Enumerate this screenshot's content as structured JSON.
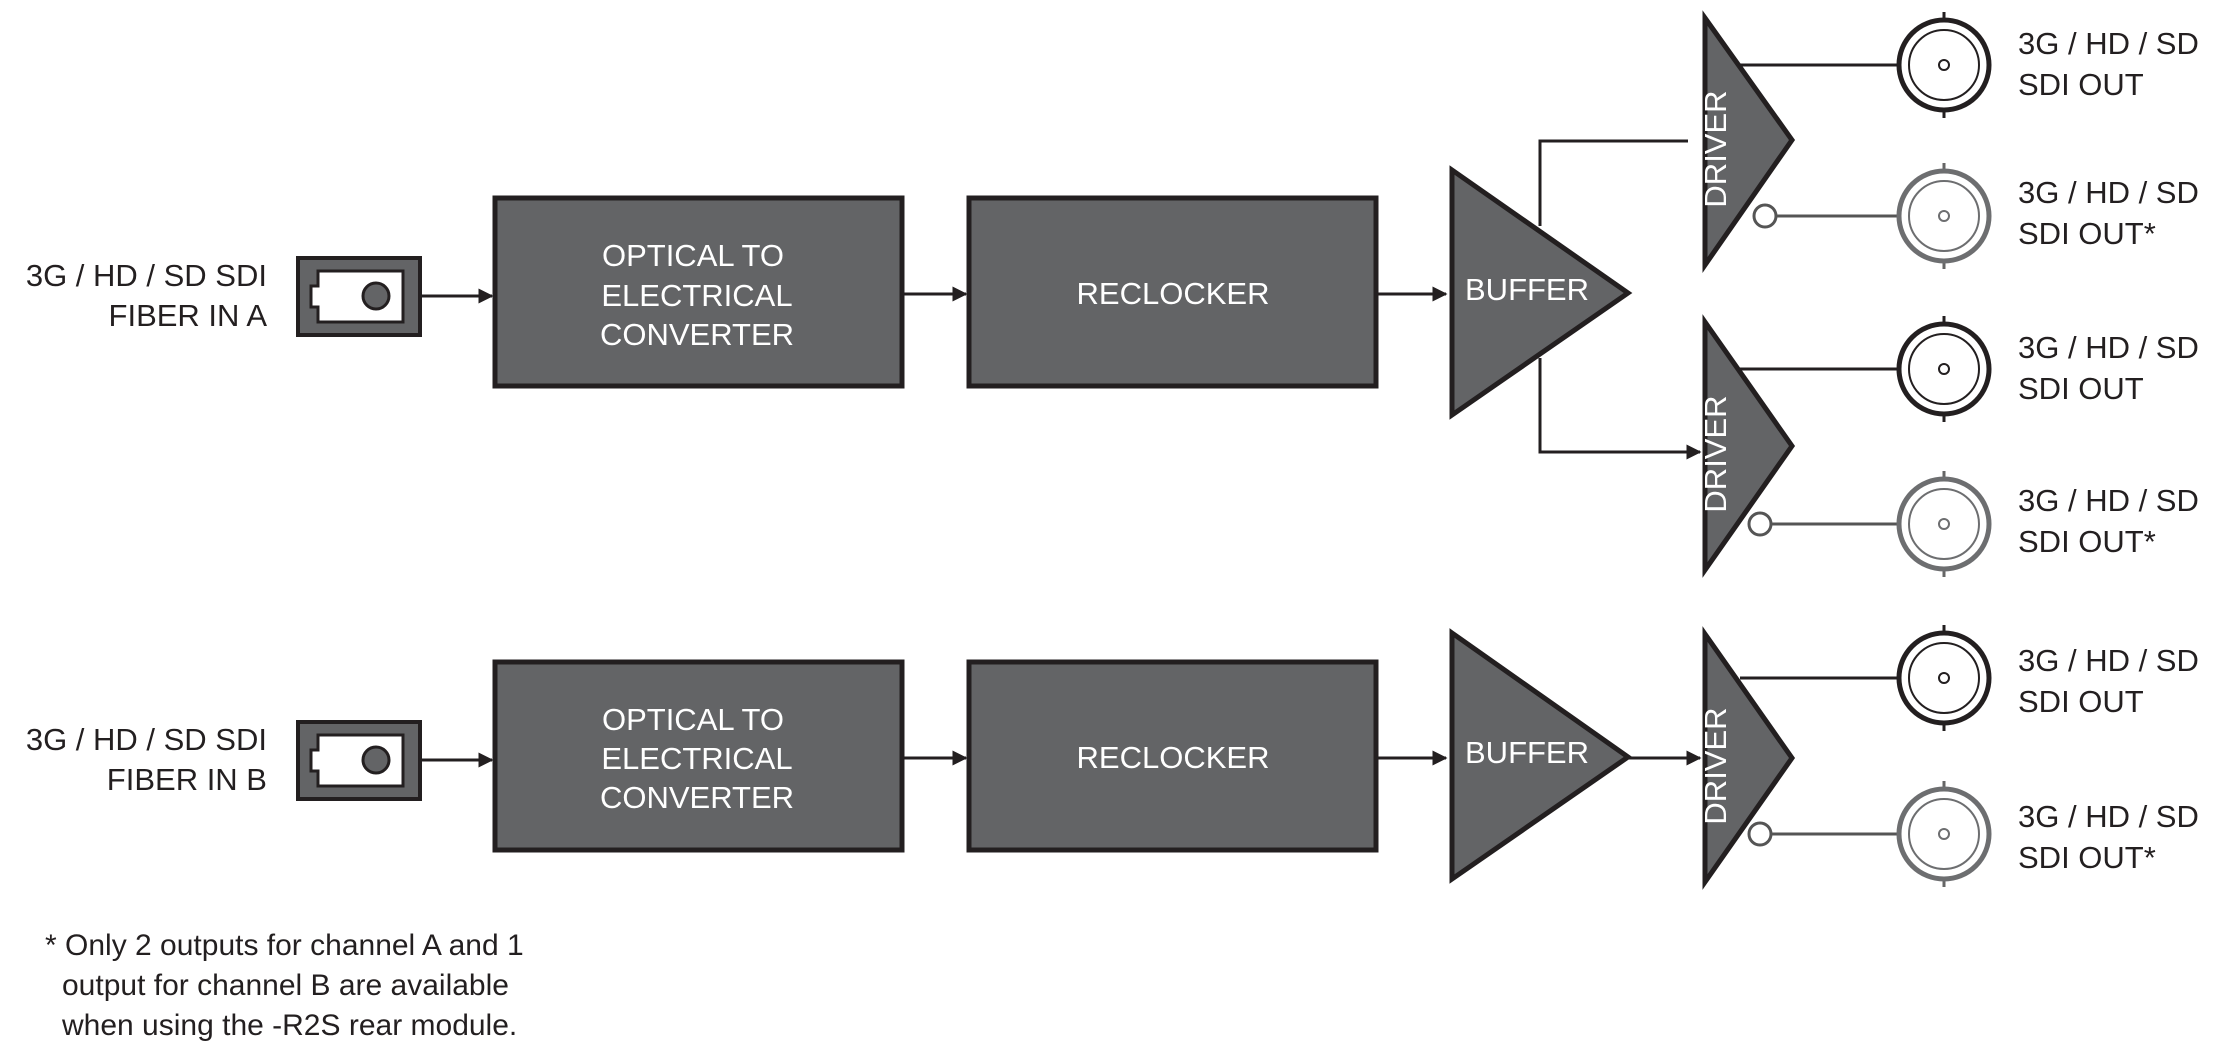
{
  "inputs": [
    {
      "id": "a",
      "line1": "3G / HD / SD SDI",
      "line2": "FIBER IN A"
    },
    {
      "id": "b",
      "line1": "3G / HD / SD SDI",
      "line2": "FIBER IN B"
    }
  ],
  "blocks": {
    "converter": {
      "line1": "OPTICAL TO",
      "line2": "ELECTRICAL",
      "line3": "CONVERTER"
    },
    "reclocker": "RECLOCKER",
    "buffer": "BUFFER",
    "driver": "DRIVER"
  },
  "outputs": {
    "primary": {
      "line1": "3G / HD / SD",
      "line2": "SDI OUT"
    },
    "secondary": {
      "line1": "3G / HD / SD",
      "line2": "SDI OUT*"
    }
  },
  "footnote": {
    "line1": "* Only 2 outputs for channel A and 1",
    "line2": "output for channel B are available",
    "line3": "when using the -R2S rear module."
  },
  "colors": {
    "block_fill": "#636466",
    "outline": "#231f20",
    "background": "#ffffff"
  }
}
